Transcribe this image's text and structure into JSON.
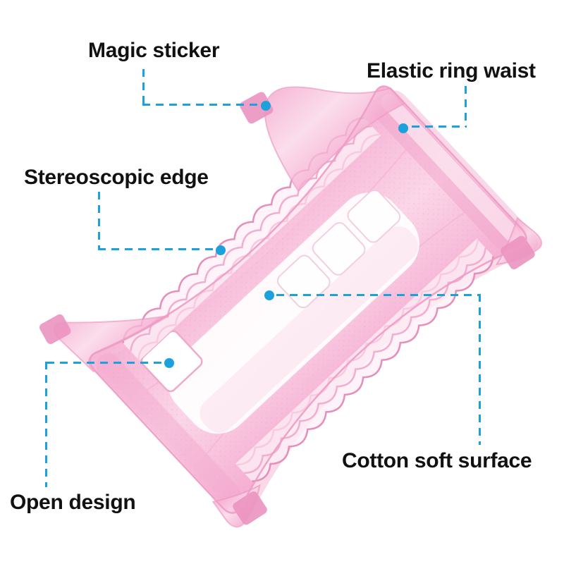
{
  "figure": {
    "type": "annotated-product-diagram",
    "subject": "baby diaper features",
    "labels": [
      {
        "id": "magic-sticker",
        "text": "Magic sticker"
      },
      {
        "id": "elastic-ring-waist",
        "text": "Elastic ring waist"
      },
      {
        "id": "stereoscopic-edge",
        "text": "Stereoscopic edge"
      },
      {
        "id": "cotton-soft-surface",
        "text": "Cotton soft surface"
      },
      {
        "id": "open-design",
        "text": "Open design"
      }
    ],
    "colors": {
      "callout_blue": "#1ba2dc",
      "label_text": "#111111",
      "background": "#ffffff",
      "diaper_pink_light": "#fbd3e6",
      "diaper_pink": "#f7bcd9",
      "diaper_pink_dark": "#ee9bc5",
      "core_white": "#ffffff"
    }
  }
}
